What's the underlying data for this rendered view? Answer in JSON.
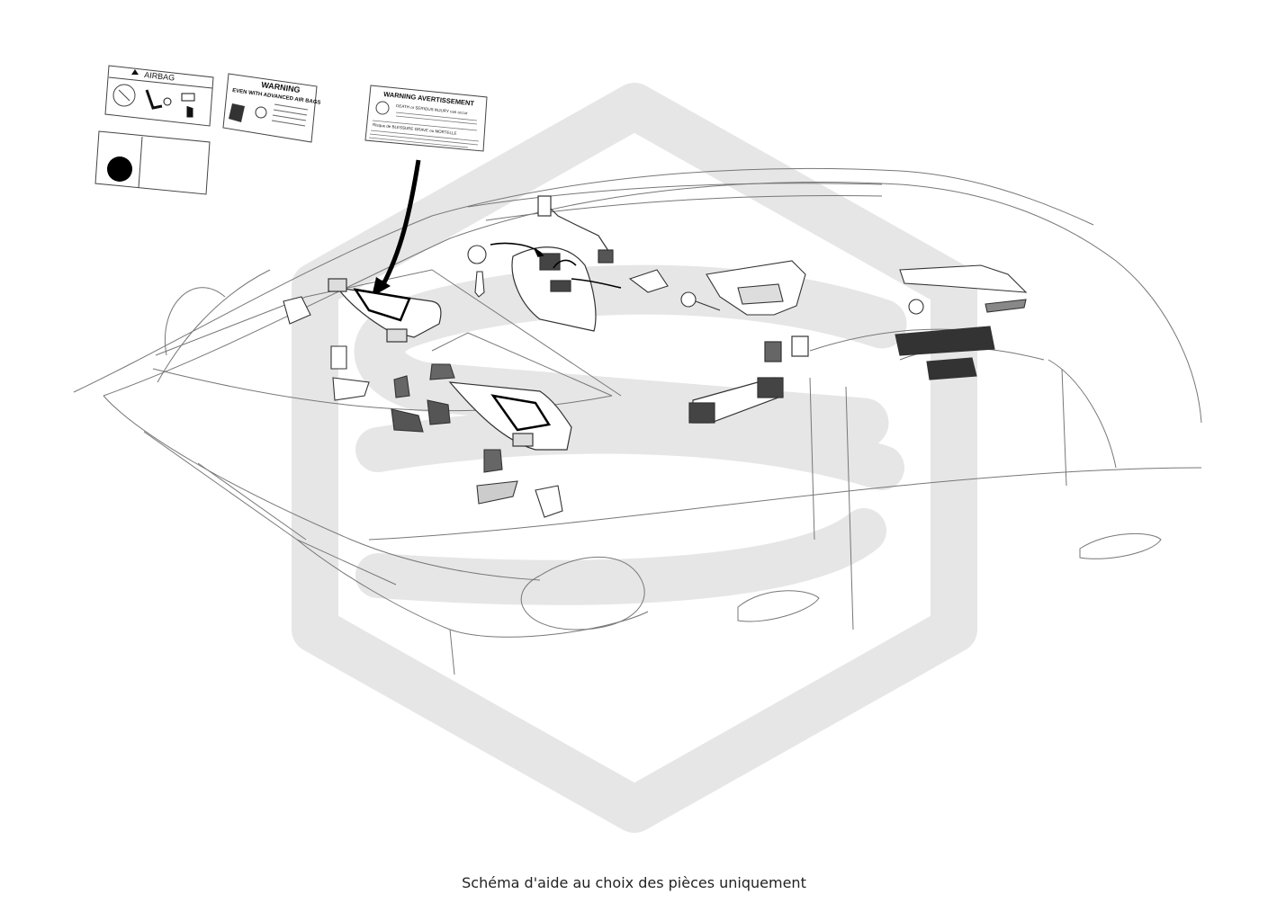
{
  "caption": "Schéma d'aide au choix des pièces uniquement",
  "labels": {
    "airbag_title": "AIRBAG",
    "warning_title": "WARNING",
    "warning_line1": "EVEN WITH ADVANCED AIR BAGS",
    "warning2_title": "WARNING AVERTISSEMENT",
    "warning2_line1": "DEATH or SERIOUS INJURY can occur",
    "warning2_line2": "Risque de BLESSURE GRAVE ou MORTELLE"
  },
  "colors": {
    "line": "#444444",
    "watermark": "#e6e6e6",
    "part_dark": "#222222"
  },
  "icons": [
    "warning-triangle-icon",
    "seat-airbag-icon",
    "child-seat-icon",
    "finger-icon"
  ]
}
